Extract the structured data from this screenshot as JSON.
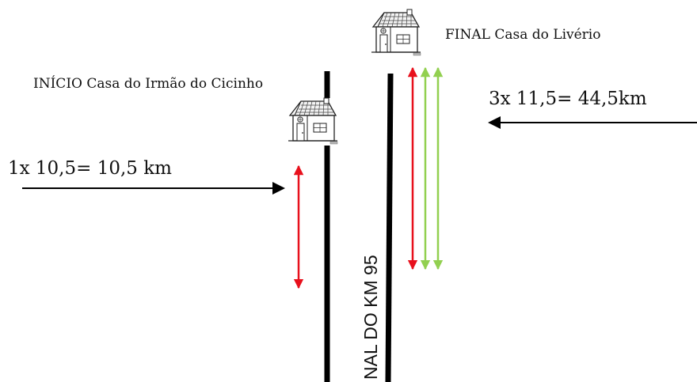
{
  "labels": {
    "start": "INÍCIO Casa do Irmão do Cicinho",
    "end": "FINAL Casa do Livério",
    "right_calc": "3x 11,5= 44,5km",
    "left_calc": "1x 10,5= 10,5 km",
    "road": "NAL DO KM 95"
  },
  "icons": {
    "start_house": "house-icon",
    "end_house": "house-icon"
  },
  "colors": {
    "red_arrow": "#e8101c",
    "green_arrow": "#92d050",
    "road": "#000000",
    "pointer": "#000000"
  }
}
